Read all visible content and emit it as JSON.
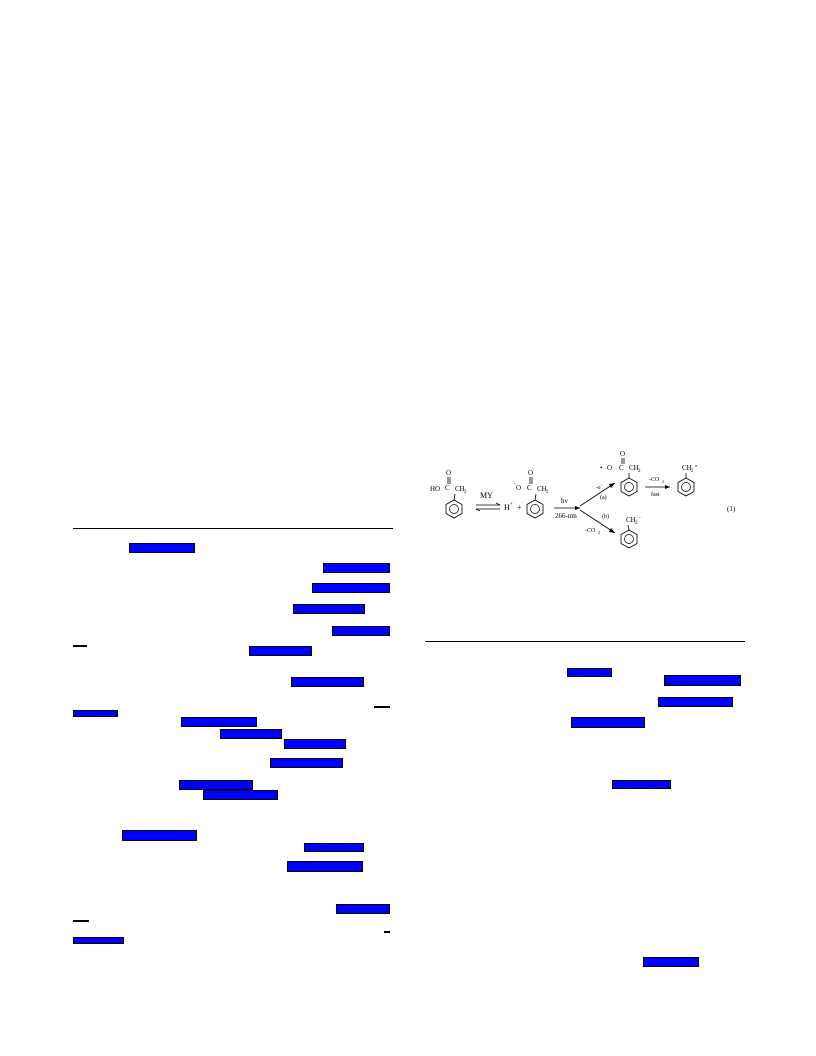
{
  "scheme": {
    "label_ho": "HO",
    "label_oxygen": "O",
    "label_ch2": "CH",
    "sub_2": "2",
    "label_my": "MY",
    "label_h": "H",
    "sup_plus": "+",
    "label_plus": "+",
    "label_anion_o": "O",
    "sup_minus": "-",
    "label_hv": "hv",
    "label_266nm": "266-nm",
    "label_minus_e": "-e",
    "sup_minus_e": "-",
    "label_a": "(a)",
    "label_b": "(b)",
    "label_minus_co2_top": "-CO",
    "label_fast": "fast",
    "label_minus_co2_bottom": "-CO",
    "label_radical_o": "O",
    "radical_dot": "•",
    "equation_number": "(1)"
  },
  "colors": {
    "redaction": "#0000ff",
    "text": "#000000"
  }
}
